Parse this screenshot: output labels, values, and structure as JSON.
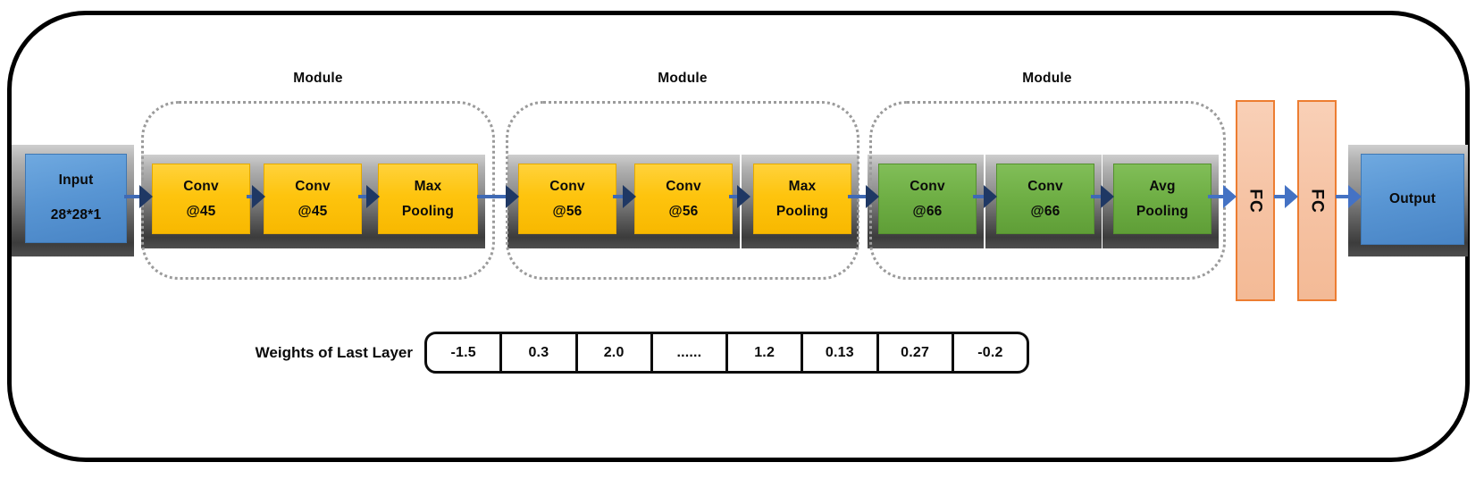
{
  "input": {
    "line1": "Input",
    "line2": "28*28*1"
  },
  "modules": [
    {
      "label": "Module",
      "blocks": [
        {
          "line1": "Conv",
          "line2": "@45"
        },
        {
          "line1": "Conv",
          "line2": "@45"
        },
        {
          "line1": "Max",
          "line2": "Pooling"
        }
      ]
    },
    {
      "label": "Module",
      "blocks": [
        {
          "line1": "Conv",
          "line2": "@56"
        },
        {
          "line1": "Conv",
          "line2": "@56"
        },
        {
          "line1": "Max",
          "line2": "Pooling"
        }
      ]
    },
    {
      "label": "Module",
      "blocks": [
        {
          "line1": "Conv",
          "line2": "@66"
        },
        {
          "line1": "Conv",
          "line2": "@66"
        },
        {
          "line1": "Avg",
          "line2": "Pooling"
        }
      ]
    }
  ],
  "fc_layers": [
    {
      "label": "FC"
    },
    {
      "label": "FC"
    }
  ],
  "output": {
    "line1": "Output"
  },
  "weights": {
    "label": "Weights of Last Layer",
    "values": [
      "-1.5",
      "0.3",
      "2.0",
      "......",
      "1.2",
      "0.13",
      "0.27",
      "-0.2"
    ]
  },
  "colors": {
    "io_blue": "#5B9BD5",
    "conv_gold": "#FFC000",
    "conv_green": "#70AD47",
    "fc_fill": "#F6C3A4",
    "fc_border": "#ED7D31",
    "arrow_line": "#4472C4",
    "arrow_head_dark": "#1F3864",
    "shadow_gray_dark": "#3C3C3C",
    "module_dotted": "#9B9B9B",
    "outer_border": "#000000"
  },
  "icons": {
    "flow_arrow": "right-pointing-triangle-arrow"
  }
}
